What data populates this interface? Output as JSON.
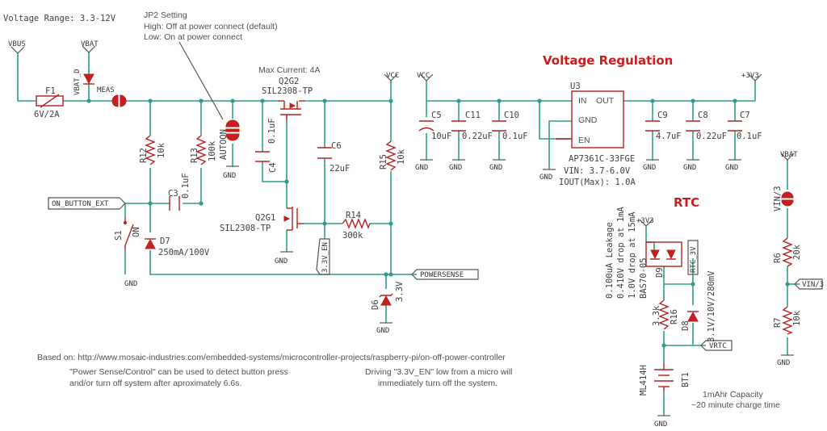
{
  "notes": {
    "voltage_range": "Voltage Range: 3.3-12V",
    "jp2_title": "JP2 Setting",
    "jp2_high": "High: Off at power connect (default)",
    "jp2_low": "Low: On at power connect",
    "max_current": "Max Current: 4A",
    "based_on": "Based on: http://www.mosaic-industries.com/embedded-systems/microcontroller-projects/raspberry-pi/on-off-power-controller",
    "power_sense_1": "\"Power Sense/Control\" can be used to detect button press",
    "power_sense_2": "and/or turn off system after aproximately 6.6s.",
    "driving_1": "Driving \"3.3V_EN\" low from a micro will",
    "driving_2": "immediately turn off the system.",
    "capacity_1": "1mAhr Capacity",
    "capacity_2": "~20 minute charge time",
    "rtc_leak_1": "0.100uA Leakage",
    "rtc_leak_2": "0.410V drop at 1mA",
    "rtc_leak_3": "1.0V drop at 15mA"
  },
  "sections": {
    "voltage_regulation": "Voltage Regulation",
    "rtc": "RTC"
  },
  "nets": {
    "vbus": "VBUS",
    "vbat": "VBAT",
    "vbat2": "VBAT",
    "vcc": "VCC",
    "vcc2": "VCC",
    "v33": "+3V3",
    "v33b": "+3V3",
    "meas": "MEAS",
    "autoon": "AUTOON",
    "gnd": "GND",
    "vin3": "VIN/3",
    "vin3b": "VIN/3",
    "vin3c": "VIN/3",
    "rtc3v": "RTC_3V",
    "vrtc": "VRTC",
    "v33en": "3.3V_EN",
    "on_button": "ON_BUTTON_EXT",
    "powersense": "POWERSENSE"
  },
  "parts": {
    "f1": "F1",
    "f1_val": "6V/2A",
    "d_vbat": "VBAT_D",
    "q2_ref": "Q2G2",
    "q2_val": "SIL2308-TP",
    "q1_ref": "Q2G1",
    "q1_val": "SIL2308-TP",
    "r12": "R12",
    "r12_val": "10k",
    "r13": "R13",
    "r13_val": "100k",
    "c4": "C4",
    "c4_val": "0.1uF",
    "c3": "C3",
    "c3_val": "0.1uF",
    "c6": "C6",
    "c6_val": "22uF",
    "r15": "R15",
    "r15_val": "10k",
    "r14": "R14",
    "r14_val": "300k",
    "s1": "S1",
    "s1_val": "ON",
    "d7": "D7",
    "d7_val": "250mA/100V",
    "d6": "D6",
    "d6_val": "3.3V",
    "c5": "C5",
    "c5_val": "10uF",
    "c11": "C11",
    "c11_val": "0.22uF",
    "c10": "C10",
    "c10_val": "0.1uF",
    "u3": "U3",
    "u3_in": "IN",
    "u3_out": "OUT",
    "u3_gnd": "GND",
    "u3_en": "EN",
    "u3_val": "AP7361C-33FGE",
    "u3_vin": "VIN: 3.7-6.0V",
    "u3_iout": "IOUT(Max): 1.0A",
    "c9": "C9",
    "c9_val": "4.7uF",
    "c8": "C8",
    "c8_val": "0.22uF",
    "c7": "C7",
    "c7_val": "0.1uF",
    "d9": "D9",
    "d9_val": "BAS70-05",
    "r16": "R16",
    "r16_val": "3.3k",
    "d8": "D8",
    "d8_val": "3.1V/10V/280mV",
    "bt1": "BT1",
    "bt1_val": "ML414H",
    "r6": "R6",
    "r6_val": "20k",
    "r7": "R7",
    "r7_val": "10k"
  }
}
